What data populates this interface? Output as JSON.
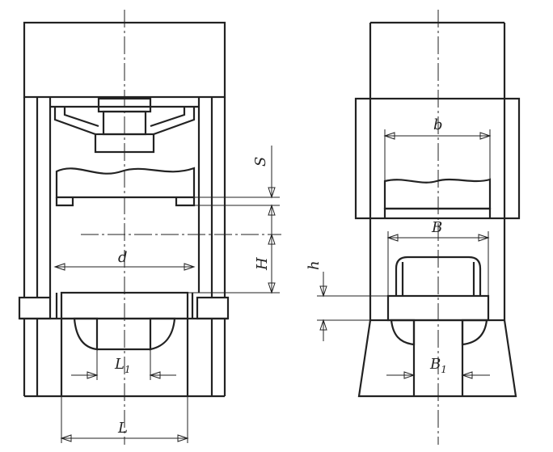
{
  "labels": {
    "S": "S",
    "H": "H",
    "d": "d",
    "L1_main": "L",
    "L1_sub": "1",
    "L": "L",
    "b": "b",
    "B": "B",
    "h": "h",
    "B1_main": "B",
    "B1_sub": "1"
  }
}
